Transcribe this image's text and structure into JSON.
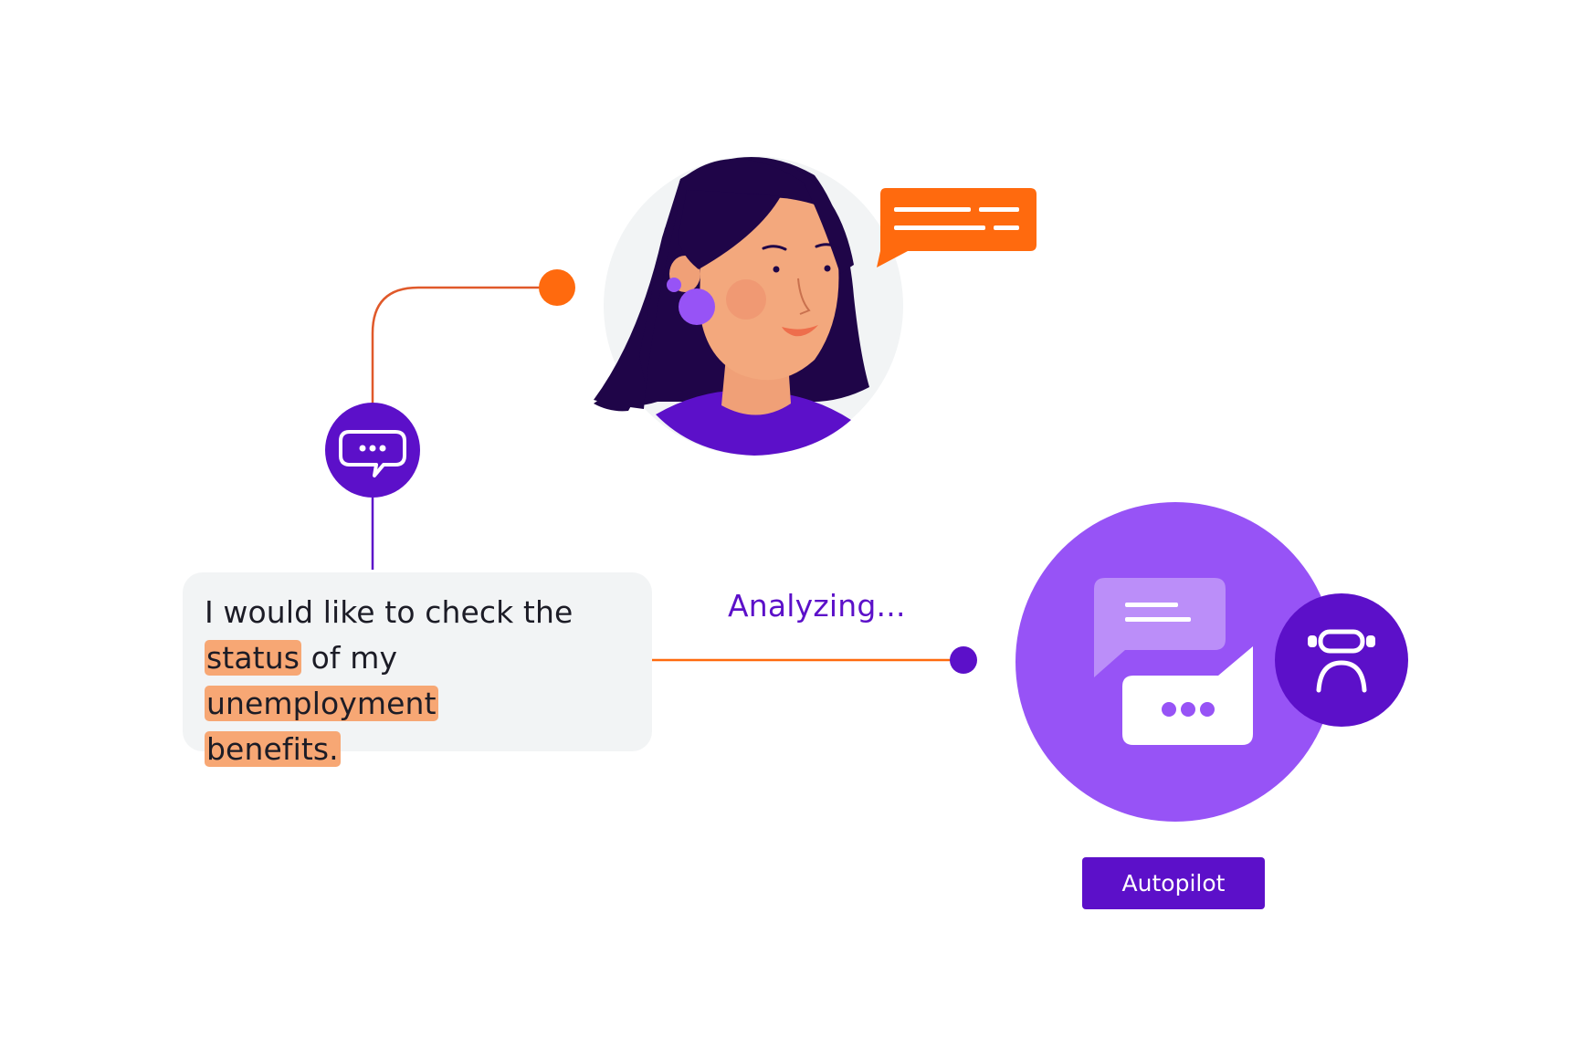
{
  "message": {
    "line1": "I would like to check the",
    "kw_status": "status",
    "text_of_my": " of my ",
    "kw_unemployment": "unemployment",
    "kw_benefits": "benefits."
  },
  "status_text": "Analyzing...",
  "autopilot_label": "Autopilot",
  "colors": {
    "purple_dark": "#5c10c9",
    "purple_light": "#9753f6",
    "orange": "#ff6a0e",
    "highlight": "#f7a774",
    "card_bg": "#f2f4f5"
  }
}
